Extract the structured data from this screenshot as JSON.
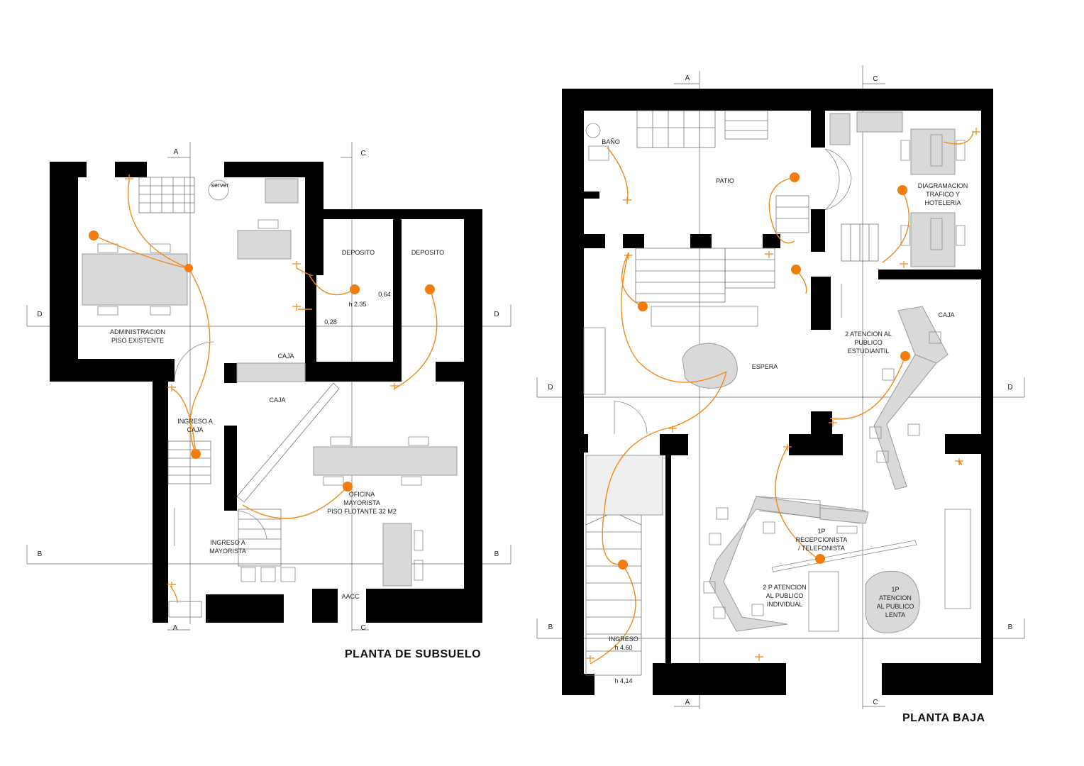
{
  "titles": {
    "subsuelo": "PLANTA DE SUBSUELO",
    "baja": "PLANTA BAJA"
  },
  "axes": {
    "a": "A",
    "b": "B",
    "c": "C",
    "d": "D"
  },
  "subsuelo": {
    "server": "server",
    "administracion_1": "ADMINISTRACION",
    "administracion_2": "PISO EXISTENTE",
    "deposito_1": "DEPOSITO",
    "deposito_2": "DEPOSITO",
    "h235": "h 2.35",
    "dim064": "0.64",
    "dim028": "0,28",
    "caja_1": "CAJA",
    "caja_2": "CAJA",
    "ingreso_caja_1": "INGRESO A",
    "ingreso_caja_2": "CAJA",
    "oficina_1": "OFICINA",
    "oficina_2": "MAYORISTA",
    "oficina_3": "PISO FLOTANTE 32 M2",
    "ingreso_may_1": "INGRESO A",
    "ingreso_may_2": "MAYORISTA",
    "aacc": "AACC"
  },
  "baja": {
    "bano": "BAÑO",
    "patio": "PATIO",
    "diag_1": "DIAGRAMACION",
    "diag_2": "TRAFICO Y",
    "diag_3": "HOTELERIA",
    "caja": "CAJA",
    "est_1": "2 ATENCION AL",
    "est_2": "PUBLICO",
    "est_3": "ESTUDIANTIL",
    "espera": "ESPERA",
    "recep_1": "1P",
    "recep_2": "RECEPCIONISTA",
    "recep_3": "/ TELEFONISTA",
    "indiv_1": "2 P ATENCION",
    "indiv_2": "AL PUBLICO",
    "indiv_3": "INDIVIDUAL",
    "lenta_1": "1P",
    "lenta_2": "ATENCION",
    "lenta_3": "AL PUBLICO",
    "lenta_4": "LENTA",
    "ingreso_1": "INGRESO",
    "ingreso_2": "h 4.60",
    "h414": "h 4,14"
  },
  "colors": {
    "wall": "#000000",
    "furniture": "#d9d9d9",
    "wiring": "#f08a1c",
    "light_point": "#f47c0e"
  }
}
